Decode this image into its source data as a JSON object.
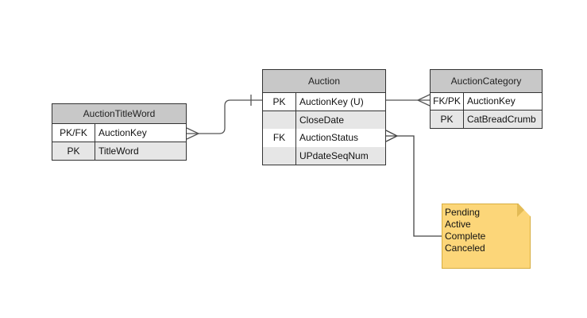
{
  "entities": {
    "auction_title_word": {
      "name": "AuctionTitleWord",
      "rows": [
        {
          "key": "PK/FK",
          "field": "AuctionKey"
        },
        {
          "key": "PK",
          "field": "TitleWord"
        }
      ]
    },
    "auction": {
      "name": "Auction",
      "rows": [
        {
          "key": "PK",
          "field": "AuctionKey (U)"
        },
        {
          "key": "",
          "field": "CloseDate"
        },
        {
          "key": "FK",
          "field": "AuctionStatus"
        },
        {
          "key": "",
          "field": "UPdateSeqNum"
        }
      ]
    },
    "auction_category": {
      "name": "AuctionCategory",
      "rows": [
        {
          "key": "FK/PK",
          "field": "AuctionKey"
        },
        {
          "key": "PK",
          "field": "CatBreadCrumb"
        }
      ]
    }
  },
  "note": {
    "lines": [
      "Pending",
      "Active",
      "Complete",
      "Canceled"
    ],
    "color": "#fcd679"
  },
  "colors": {
    "header": "#c8c8c8",
    "alt_row": "#e6e6e6",
    "line": "#333333"
  }
}
